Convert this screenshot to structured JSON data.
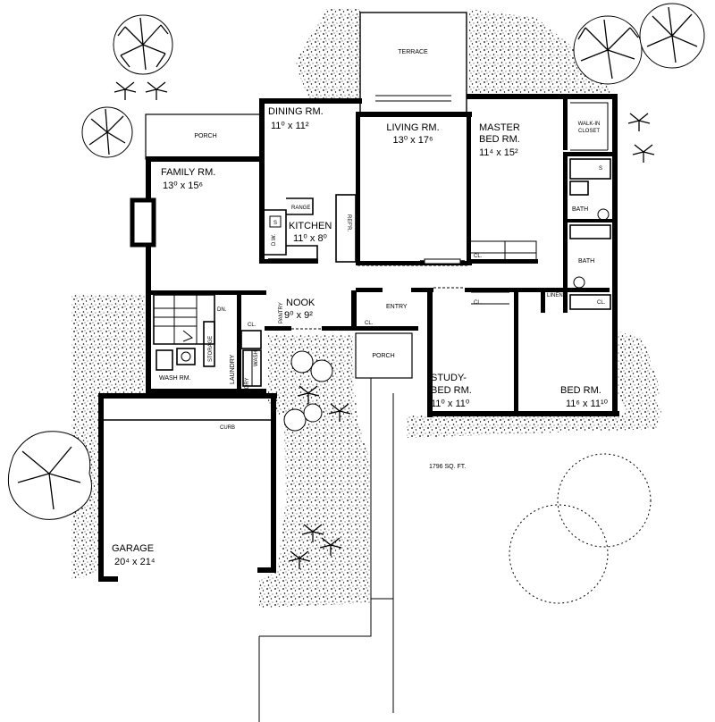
{
  "rooms": {
    "terrace": {
      "label": "TERRACE"
    },
    "porch_rear": {
      "label": "PORCH"
    },
    "dining": {
      "label": "DINING RM.",
      "dims": "11⁰ x 11²"
    },
    "living": {
      "label": "LIVING RM.",
      "dims": "13⁰ x 17⁶"
    },
    "master": {
      "label1": "MASTER",
      "label2": "BED RM.",
      "dims": "11⁴ x 15²"
    },
    "walkin": {
      "label1": "WALK-IN",
      "label2": "CLOSET"
    },
    "family": {
      "label": "FAMILY RM.",
      "dims": "13⁰ x 15⁶"
    },
    "kitchen": {
      "label": "KITCHEN",
      "dims": "11⁰ x 8⁰"
    },
    "bath1": {
      "label": "BATH"
    },
    "bath2": {
      "label": "BATH"
    },
    "nook": {
      "label": "NOOK",
      "dims": "9⁰ x 9²"
    },
    "entry": {
      "label": "ENTRY"
    },
    "porch_front": {
      "label": "PORCH"
    },
    "study": {
      "label1": "STUDY-",
      "label2": "BED RM.",
      "dims": "11⁰ x 11⁰"
    },
    "bedroom": {
      "label": "BED RM.",
      "dims": "11⁶ x 11¹⁰"
    },
    "washrm": {
      "label": "WASH RM."
    },
    "laundry": {
      "label": "LAUNDRY"
    },
    "storage": {
      "label": "STORAGE"
    },
    "garage": {
      "label": "GARAGE",
      "dims": "20⁴ x 21⁴"
    }
  },
  "fixtures": {
    "range": "RANGE",
    "refer": "REF'R.",
    "dw": "D.W.",
    "sink": "S",
    "pantry": "PANTRY",
    "cl": "CL.",
    "linen": "LINEN",
    "dry": "DRY",
    "wash": "WASH",
    "dn": "DN.",
    "curb": "CURB",
    "shower": "S"
  },
  "area": "1796 SQ. FT."
}
